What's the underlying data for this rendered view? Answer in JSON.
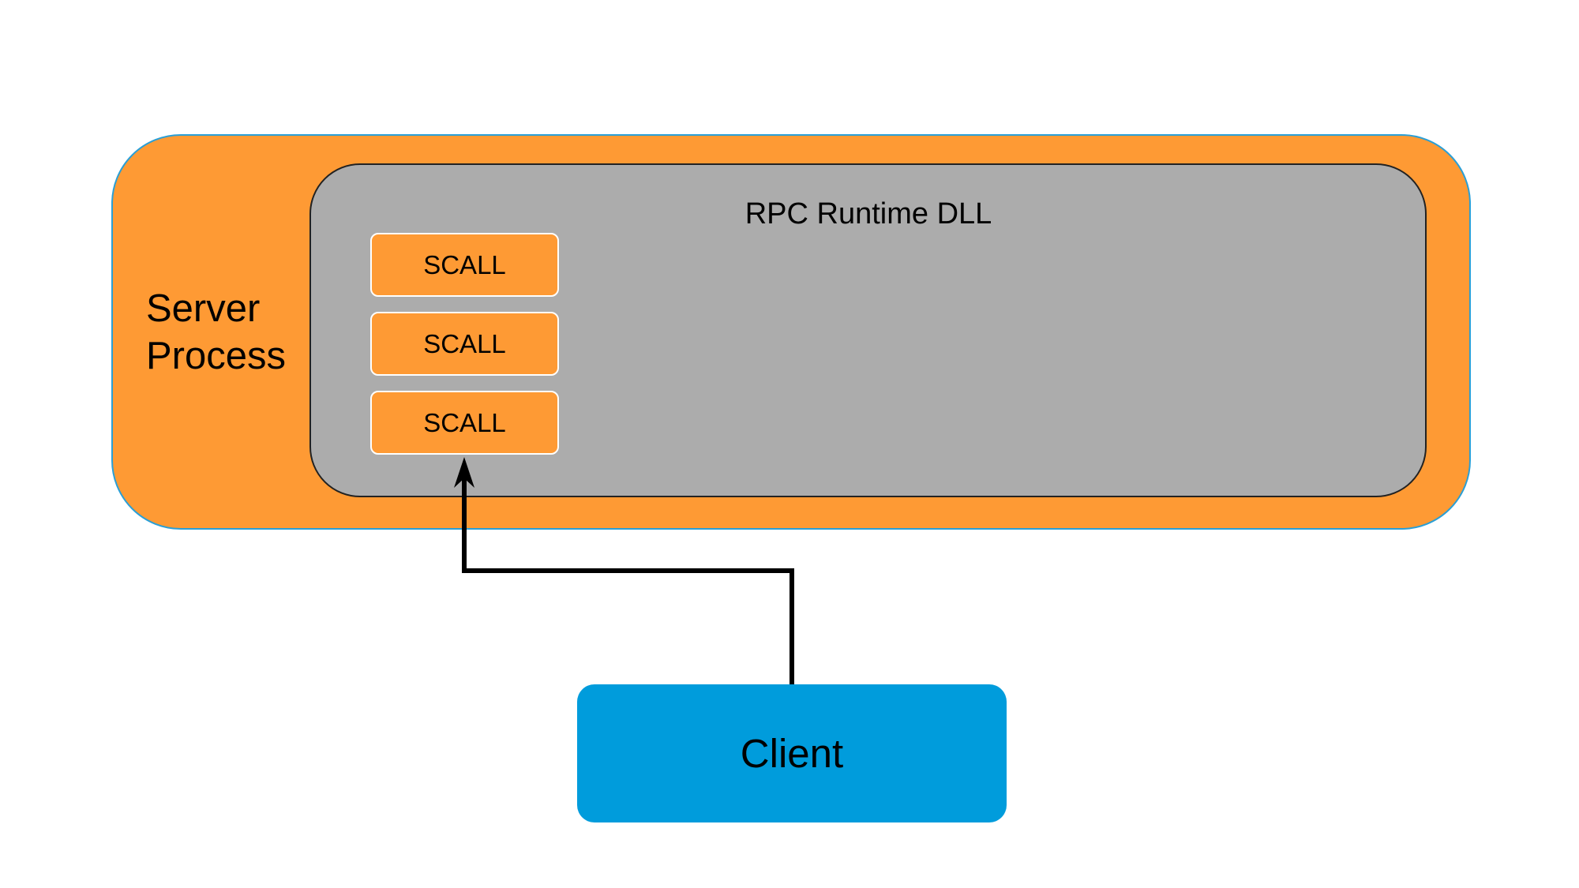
{
  "server_process": {
    "label": "Server\nProcess",
    "fill": "#fe9a34"
  },
  "runtime_dll": {
    "label": "RPC Runtime DLL",
    "fill": "#acacac"
  },
  "scalls": [
    {
      "label": "SCALL"
    },
    {
      "label": "SCALL"
    },
    {
      "label": "SCALL"
    }
  ],
  "client": {
    "label": "Client",
    "fill": "#009cdc"
  }
}
